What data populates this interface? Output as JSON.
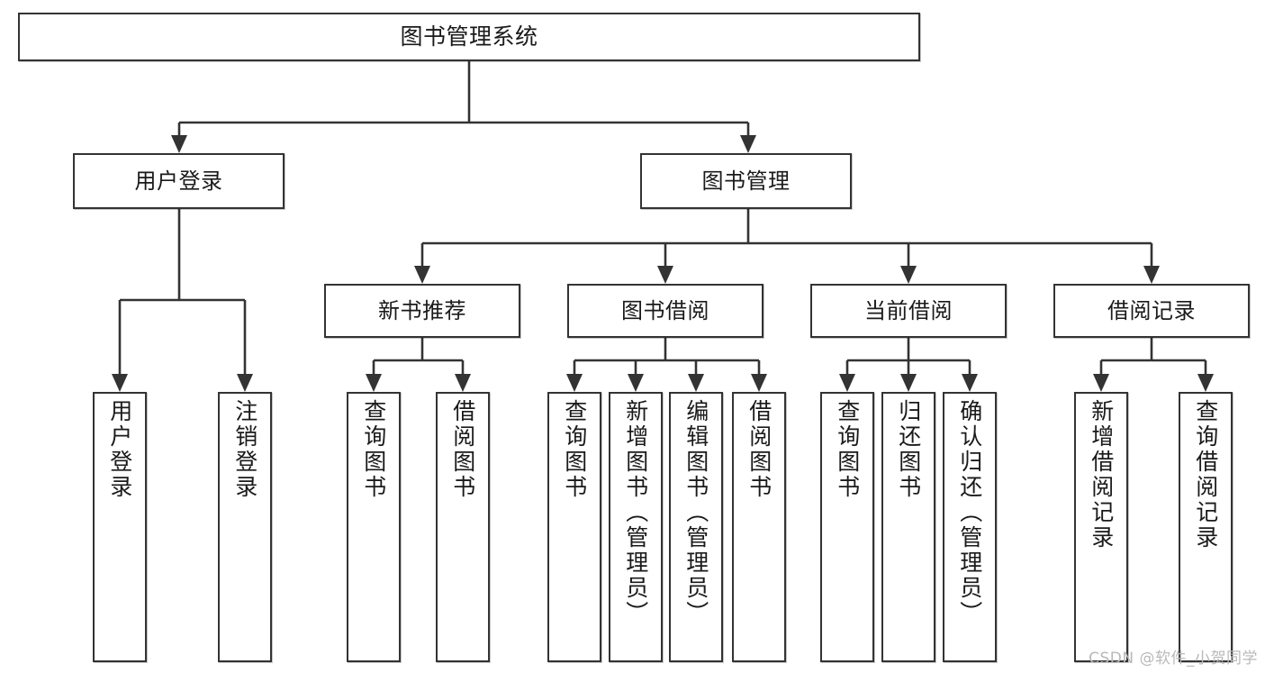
{
  "diagram": {
    "title": "图书管理系统",
    "type": "tree-hierarchy",
    "levels": 4,
    "root": {
      "label": "图书管理系统"
    },
    "level2": [
      {
        "label": "用户登录"
      },
      {
        "label": "图书管理"
      }
    ],
    "level3": [
      {
        "label": "新书推荐"
      },
      {
        "label": "图书借阅"
      },
      {
        "label": "当前借阅"
      },
      {
        "label": "借阅记录"
      }
    ],
    "leaves": {
      "user_login": [
        {
          "label": "用户登录"
        },
        {
          "label": "注销登录"
        }
      ],
      "new_book_recommend": [
        {
          "label": "查询图书"
        },
        {
          "label": "借阅图书"
        }
      ],
      "book_borrow": [
        {
          "label": "查询图书"
        },
        {
          "label": "新增图书（管理员）"
        },
        {
          "label": "编辑图书（管理员）"
        },
        {
          "label": "借阅图书"
        }
      ],
      "current_borrow": [
        {
          "label": "查询图书"
        },
        {
          "label": "归还图书"
        },
        {
          "label": "确认归还（管理员）"
        }
      ],
      "borrow_record": [
        {
          "label": "新增借阅记录"
        },
        {
          "label": "查询借阅记录"
        }
      ]
    }
  },
  "watermark": {
    "text": "CSDN @软件_小贺同学"
  },
  "colors": {
    "border": "#333333",
    "background": "#ffffff",
    "text": "#1a1a1a",
    "watermark": "#b9b9b9"
  }
}
